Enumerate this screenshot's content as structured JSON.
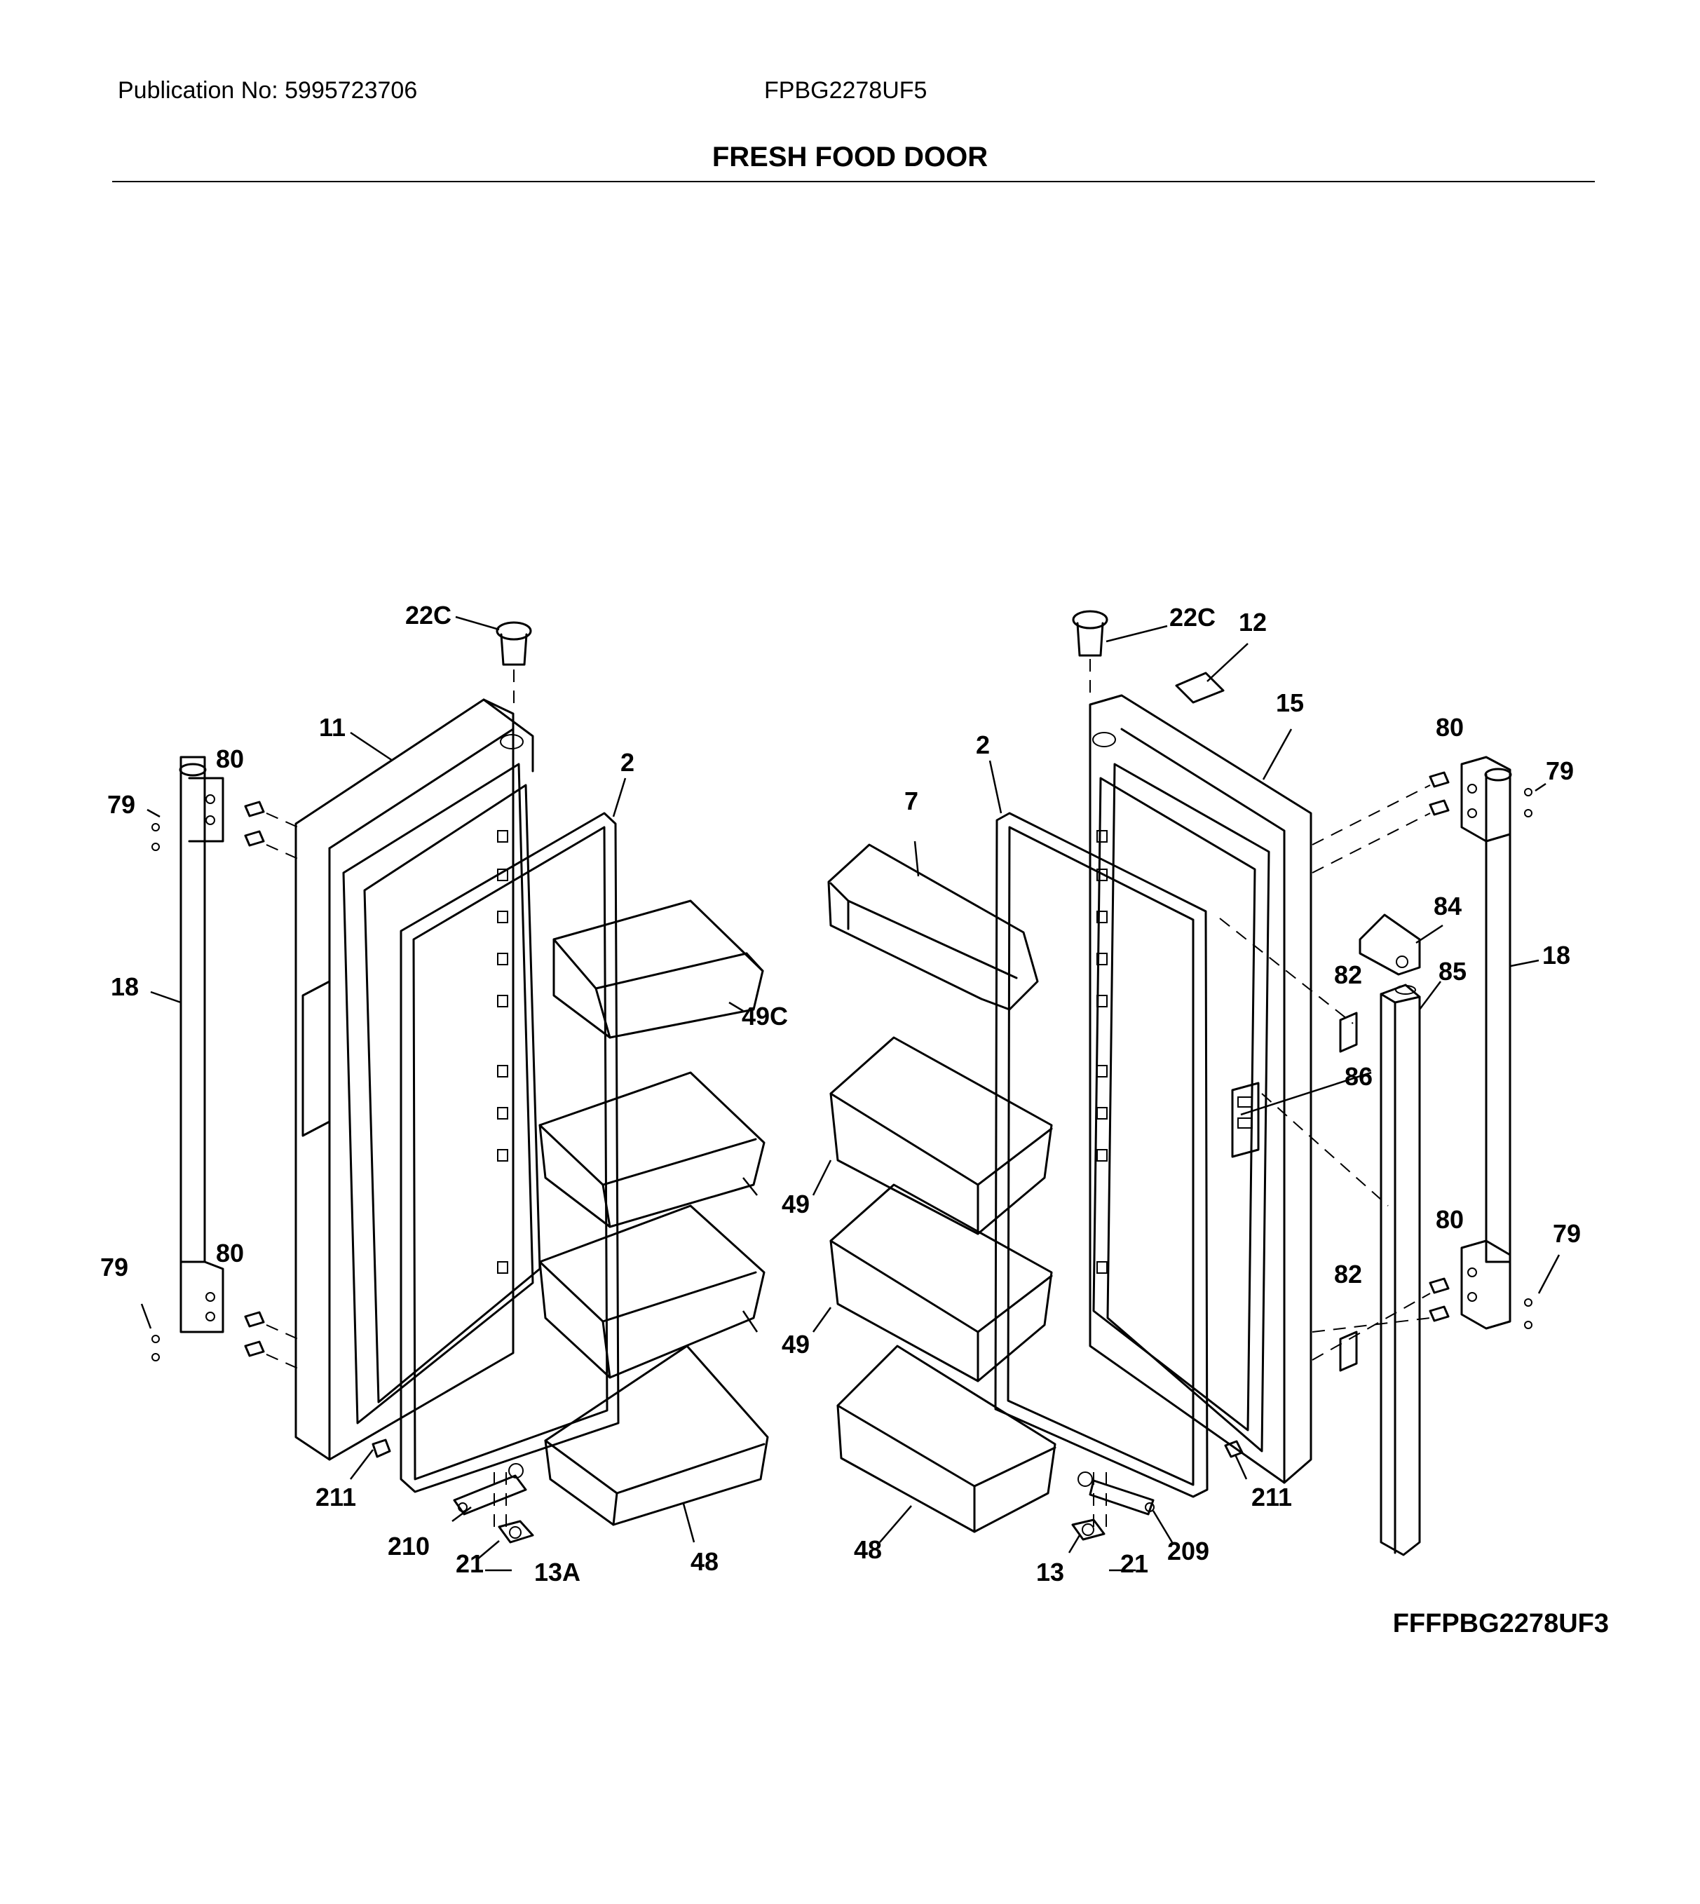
{
  "header": {
    "publication": "Publication No: 5995723706",
    "model": "FPBG2278UF5",
    "title": "FRESH FOOD DOOR"
  },
  "footer": {
    "diagram_code": "FFFPBG2278UF3"
  },
  "callouts": {
    "c1": "22C",
    "c2": "22C",
    "c3": "12",
    "c4": "11",
    "c5": "15",
    "c6": "2",
    "c7": "2",
    "c8": "7",
    "c9": "80",
    "c10": "79",
    "c11": "80",
    "c12": "79",
    "c13": "18",
    "c14": "18",
    "c15": "49C",
    "c16": "84",
    "c17": "85",
    "c18": "82",
    "c19": "86",
    "c20": "49",
    "c21": "49",
    "c22": "79",
    "c23": "80",
    "c24": "80",
    "c25": "79",
    "c26": "82",
    "c27": "211",
    "c28": "211",
    "c29": "210",
    "c30": "21",
    "c31": "13A",
    "c32": "48",
    "c33": "48",
    "c34": "13",
    "c35": "21",
    "c36": "209"
  }
}
